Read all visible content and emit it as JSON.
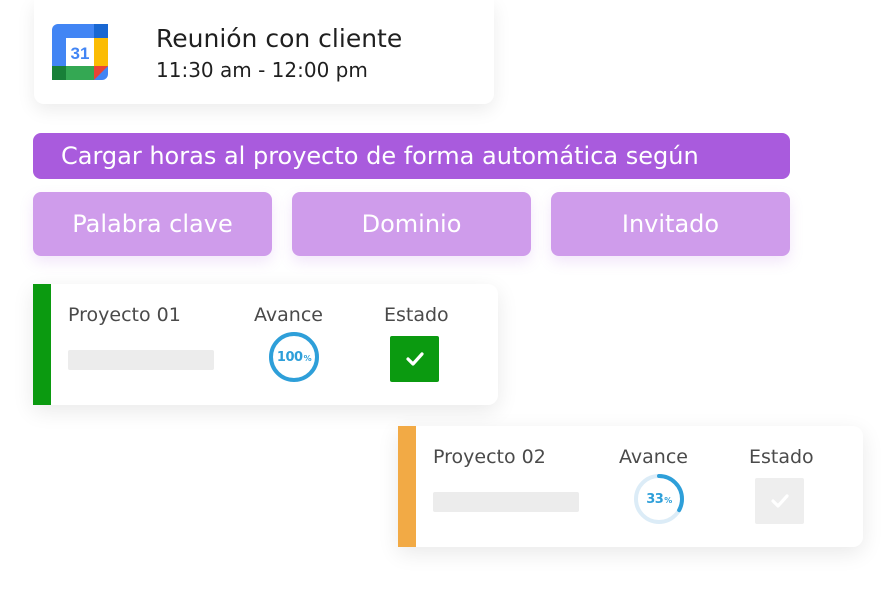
{
  "event": {
    "title": "Reunión con cliente",
    "time": "11:30 am - 12:00 pm",
    "icon": "google-calendar-icon",
    "icon_day": "31"
  },
  "banner": {
    "text": "Cargar horas al proyecto de forma automática según"
  },
  "options": [
    {
      "label": "Palabra clave"
    },
    {
      "label": "Dominio"
    },
    {
      "label": "Invitado"
    }
  ],
  "projects": [
    {
      "name": "Proyecto 01",
      "progress_label": "Avance",
      "state_label": "Estado",
      "progress": 1.0,
      "progress_value": "100",
      "progress_unit": "%",
      "state_checked": true,
      "accent_color": "#0b9a10",
      "state_color": "#0b9a10"
    },
    {
      "name": "Proyecto 02",
      "progress_label": "Avance",
      "state_label": "Estado",
      "progress": 0.33,
      "progress_value": "33",
      "progress_unit": "%",
      "state_checked": false,
      "accent_color": "#f2aa45",
      "state_color": "#eeeeee"
    }
  ],
  "colors": {
    "banner": "#a95bdd",
    "option": "#cf9ceb",
    "ring": "#2e9fd9"
  }
}
